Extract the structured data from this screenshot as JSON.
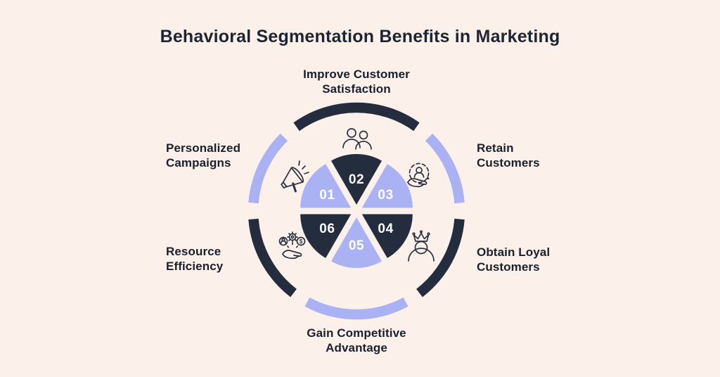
{
  "title": "Behavioral Segmentation Benefits in Marketing",
  "colors": {
    "background": "#fcf1ea",
    "dark_navy": "#242d3e",
    "light_purple": "#aab2f4",
    "label_text": "#191f2b",
    "number_text": "#ffffff"
  },
  "wheel": {
    "segments": [
      {
        "number": "01",
        "position": "upper-left",
        "color": "light_purple",
        "icon": "megaphone-icon",
        "label_lines": [
          "Personalized",
          "Campaigns"
        ]
      },
      {
        "number": "02",
        "position": "top",
        "color": "dark_navy",
        "icon": "people-icon",
        "label_lines": [
          "Improve Customer",
          "Satisfaction"
        ]
      },
      {
        "number": "03",
        "position": "upper-right",
        "color": "light_purple",
        "icon": "customer-retention-icon",
        "label_lines": [
          "Retain",
          "Customers"
        ]
      },
      {
        "number": "04",
        "position": "lower-right",
        "color": "dark_navy",
        "icon": "crowned-customer-icon",
        "label_lines": [
          "Obtain Loyal",
          "Customers"
        ]
      },
      {
        "number": "05",
        "position": "bottom",
        "color": "light_purple",
        "icon": "none",
        "label_lines": [
          "Gain Competitive",
          "Advantage"
        ]
      },
      {
        "number": "06",
        "position": "lower-left",
        "color": "dark_navy",
        "icon": "hand-with-resources-icon",
        "label_lines": [
          "Resource",
          "Efficiency"
        ]
      }
    ]
  }
}
